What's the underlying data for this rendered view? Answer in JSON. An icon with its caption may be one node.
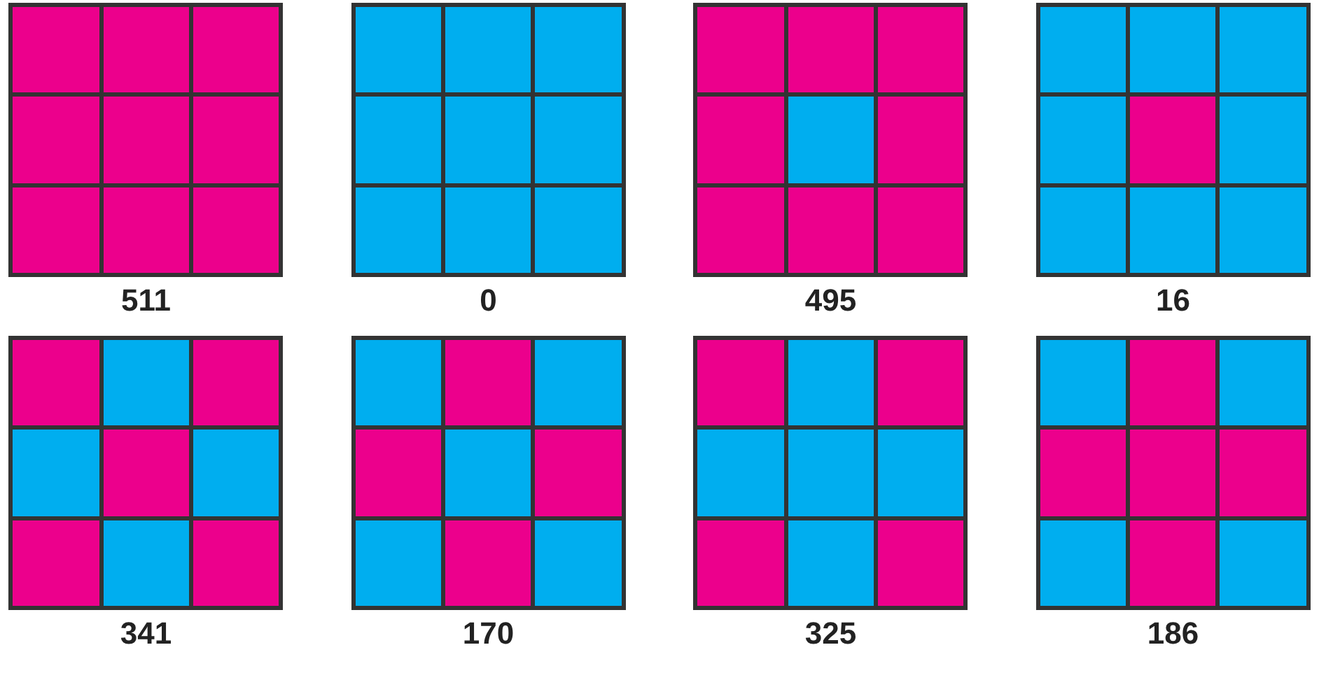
{
  "diagram": {
    "nodes": [
      {
        "text": [],
        "shape": "box",
        "beside": [
          "511"
        ]
      },
      {
        "text": [],
        "shape": "box",
        "beside": [
          "0"
        ]
      },
      {
        "text": [],
        "shape": "box",
        "beside": [
          "495"
        ]
      },
      {
        "text": [],
        "shape": "box",
        "beside": [
          "16"
        ]
      },
      {
        "text": [],
        "shape": "box",
        "beside": [
          "341"
        ]
      },
      {
        "text": [],
        "shape": "box",
        "beside": [
          "170"
        ]
      },
      {
        "text": [],
        "shape": "box",
        "beside": [
          "325"
        ]
      },
      {
        "text": [],
        "shape": "box",
        "beside": [
          "186"
        ]
      }
    ]
  }
}
